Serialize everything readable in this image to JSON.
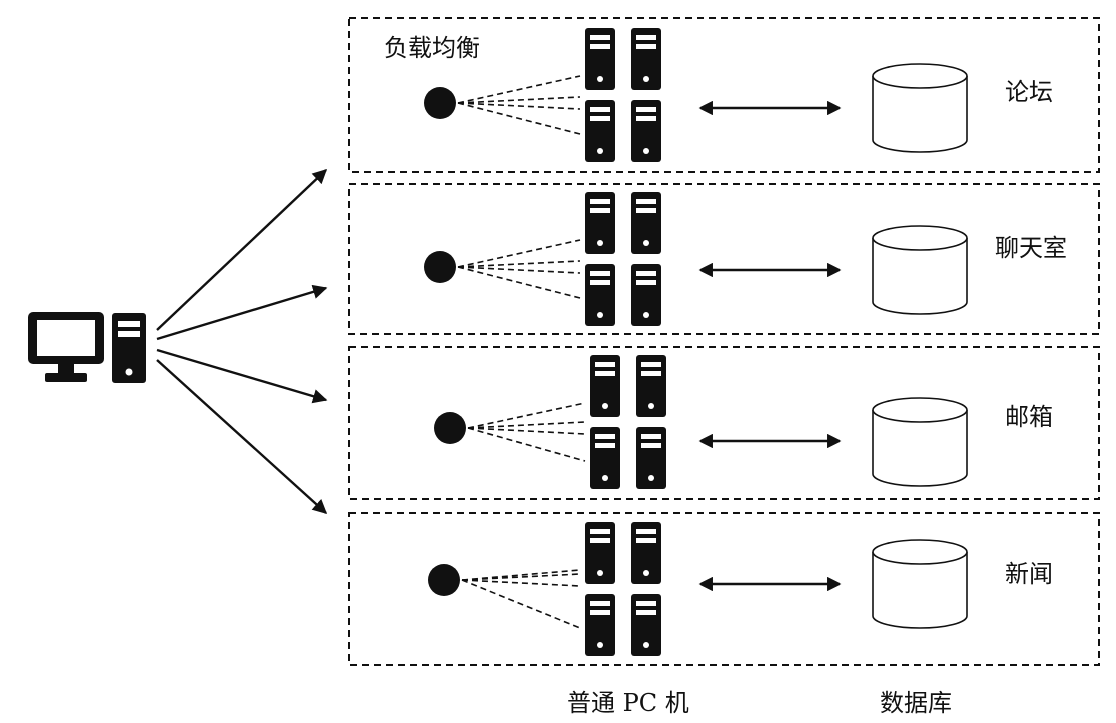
{
  "load_balancer_label": "负载均衡",
  "services": [
    {
      "label": "论坛"
    },
    {
      "label": "聊天室"
    },
    {
      "label": "邮箱"
    },
    {
      "label": "新闻"
    }
  ],
  "footer": {
    "servers_label": "普通 PC 机",
    "database_label": "数据库"
  },
  "icons": {
    "client": "desktop-computer-icon",
    "server": "server-tower-icon",
    "database": "database-cylinder-icon",
    "balancer": "load-balancer-node"
  }
}
